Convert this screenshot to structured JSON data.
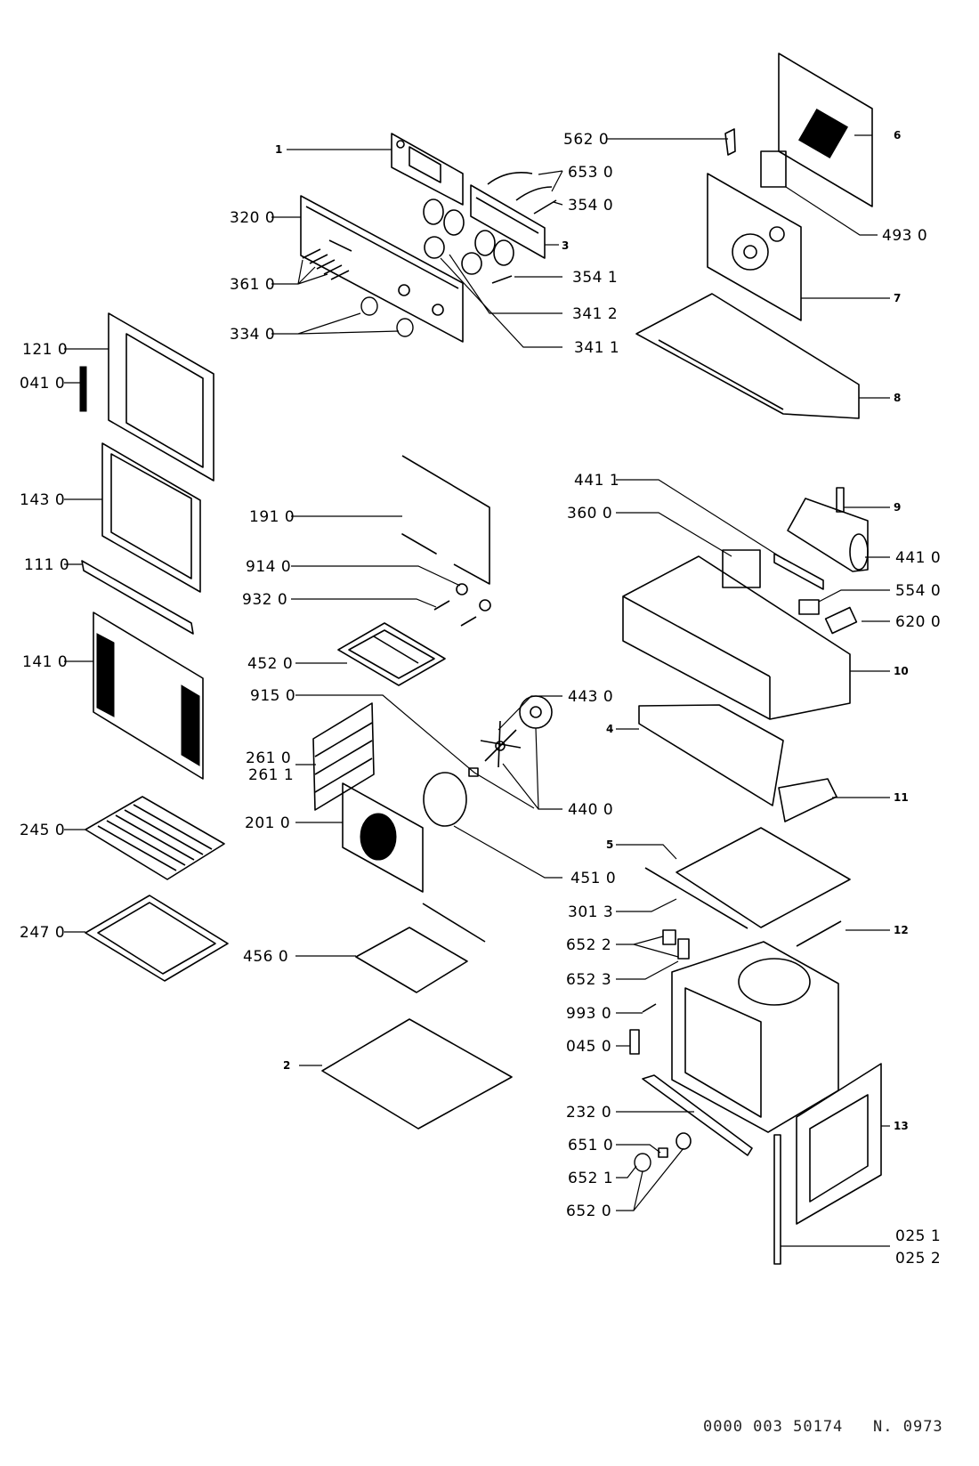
{
  "diagram": {
    "type": "exploded-parts-diagram",
    "subject": "built-in oven",
    "footer": {
      "document_code": "0000 003 50174",
      "revision": "N. 0973"
    },
    "part_labels": [
      {
        "id": "p1",
        "text": "1"
      },
      {
        "id": "p2",
        "text": "2"
      },
      {
        "id": "p3",
        "text": "3"
      },
      {
        "id": "p4",
        "text": "4"
      },
      {
        "id": "p5",
        "text": "5"
      },
      {
        "id": "p6",
        "text": "6"
      },
      {
        "id": "p7",
        "text": "7"
      },
      {
        "id": "p8",
        "text": "8"
      },
      {
        "id": "p9",
        "text": "9"
      },
      {
        "id": "p10",
        "text": "10"
      },
      {
        "id": "p11",
        "text": "11"
      },
      {
        "id": "p12",
        "text": "12"
      },
      {
        "id": "p13",
        "text": "13"
      },
      {
        "id": "p320",
        "text": "320 0"
      },
      {
        "id": "p361",
        "text": "361 0"
      },
      {
        "id": "p334",
        "text": "334 0"
      },
      {
        "id": "p562",
        "text": "562 0"
      },
      {
        "id": "p653",
        "text": "653 0"
      },
      {
        "id": "p3540",
        "text": "354 0"
      },
      {
        "id": "p3541",
        "text": "354 1"
      },
      {
        "id": "p3412",
        "text": "341 2"
      },
      {
        "id": "p3411",
        "text": "341 1"
      },
      {
        "id": "p493",
        "text": "493 0"
      },
      {
        "id": "p121",
        "text": "121 0"
      },
      {
        "id": "p041",
        "text": "041 0"
      },
      {
        "id": "p143",
        "text": "143 0"
      },
      {
        "id": "p111",
        "text": "111 0"
      },
      {
        "id": "p141",
        "text": "141 0"
      },
      {
        "id": "p245",
        "text": "245 0"
      },
      {
        "id": "p247",
        "text": "247 0"
      },
      {
        "id": "p191",
        "text": "191 0"
      },
      {
        "id": "p914",
        "text": "914 0"
      },
      {
        "id": "p932",
        "text": "932 0"
      },
      {
        "id": "p452",
        "text": "452 0"
      },
      {
        "id": "p915",
        "text": "915 0"
      },
      {
        "id": "p2610",
        "text": "261 0"
      },
      {
        "id": "p2611",
        "text": "261 1"
      },
      {
        "id": "p201",
        "text": "201 0"
      },
      {
        "id": "p456",
        "text": "456 0"
      },
      {
        "id": "p4411",
        "text": "441 1"
      },
      {
        "id": "p360",
        "text": "360 0"
      },
      {
        "id": "p4410",
        "text": "441 0"
      },
      {
        "id": "p554",
        "text": "554 0"
      },
      {
        "id": "p620",
        "text": "620 0"
      },
      {
        "id": "p443",
        "text": "443 0"
      },
      {
        "id": "p440",
        "text": "440 0"
      },
      {
        "id": "p451",
        "text": "451 0"
      },
      {
        "id": "p3013",
        "text": "301 3"
      },
      {
        "id": "p6522",
        "text": "652 2"
      },
      {
        "id": "p6523",
        "text": "652 3"
      },
      {
        "id": "p993",
        "text": "993 0"
      },
      {
        "id": "p045",
        "text": "045 0"
      },
      {
        "id": "p232",
        "text": "232 0"
      },
      {
        "id": "p651",
        "text": "651 0"
      },
      {
        "id": "p6521",
        "text": "652 1"
      },
      {
        "id": "p6520",
        "text": "652 0"
      },
      {
        "id": "p0251",
        "text": "025 1"
      },
      {
        "id": "p0252",
        "text": "025 2"
      }
    ]
  }
}
